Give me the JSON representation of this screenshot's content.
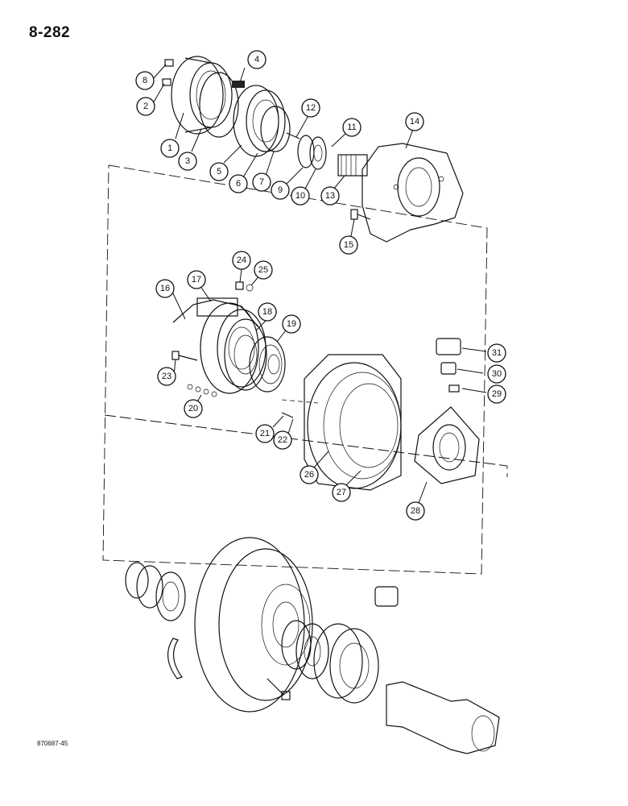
{
  "page": {
    "number": "8-282",
    "figure_code": "870687-45"
  },
  "callouts": [
    "1",
    "2",
    "3",
    "4",
    "5",
    "6",
    "7",
    "8",
    "9",
    "10",
    "11",
    "12",
    "13",
    "14",
    "15",
    "16",
    "17",
    "18",
    "19",
    "20",
    "21",
    "22",
    "23",
    "24",
    "25",
    "26",
    "27",
    "28",
    "29",
    "30",
    "31"
  ]
}
